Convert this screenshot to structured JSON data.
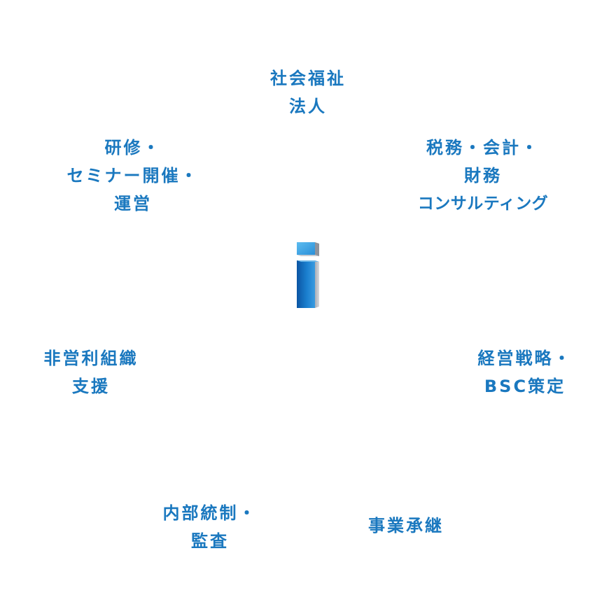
{
  "colors": {
    "label": "#1a78bf",
    "logo_dark": "#0c5aa6",
    "logo_light": "#4fb0ea",
    "logo_gray": "#b8bcc4"
  },
  "logo": {
    "icon": "letter-i-logo-icon"
  },
  "services": {
    "welfare": {
      "line1": "社会福祉",
      "line2": "法人"
    },
    "training": {
      "line1": "研修・",
      "line2": "セミナー開催・",
      "line3": "運営"
    },
    "tax": {
      "line1": "税務・会計・",
      "line2": "財務",
      "line3": "コンサルティング"
    },
    "nonprofit": {
      "line1": "非営利組織",
      "line2": "支援"
    },
    "strategy": {
      "line1": "経営戦略・",
      "line2": "BSC策定"
    },
    "audit": {
      "line1": "内部統制・",
      "line2": "監査"
    },
    "succession": {
      "line1": "事業承継"
    }
  }
}
